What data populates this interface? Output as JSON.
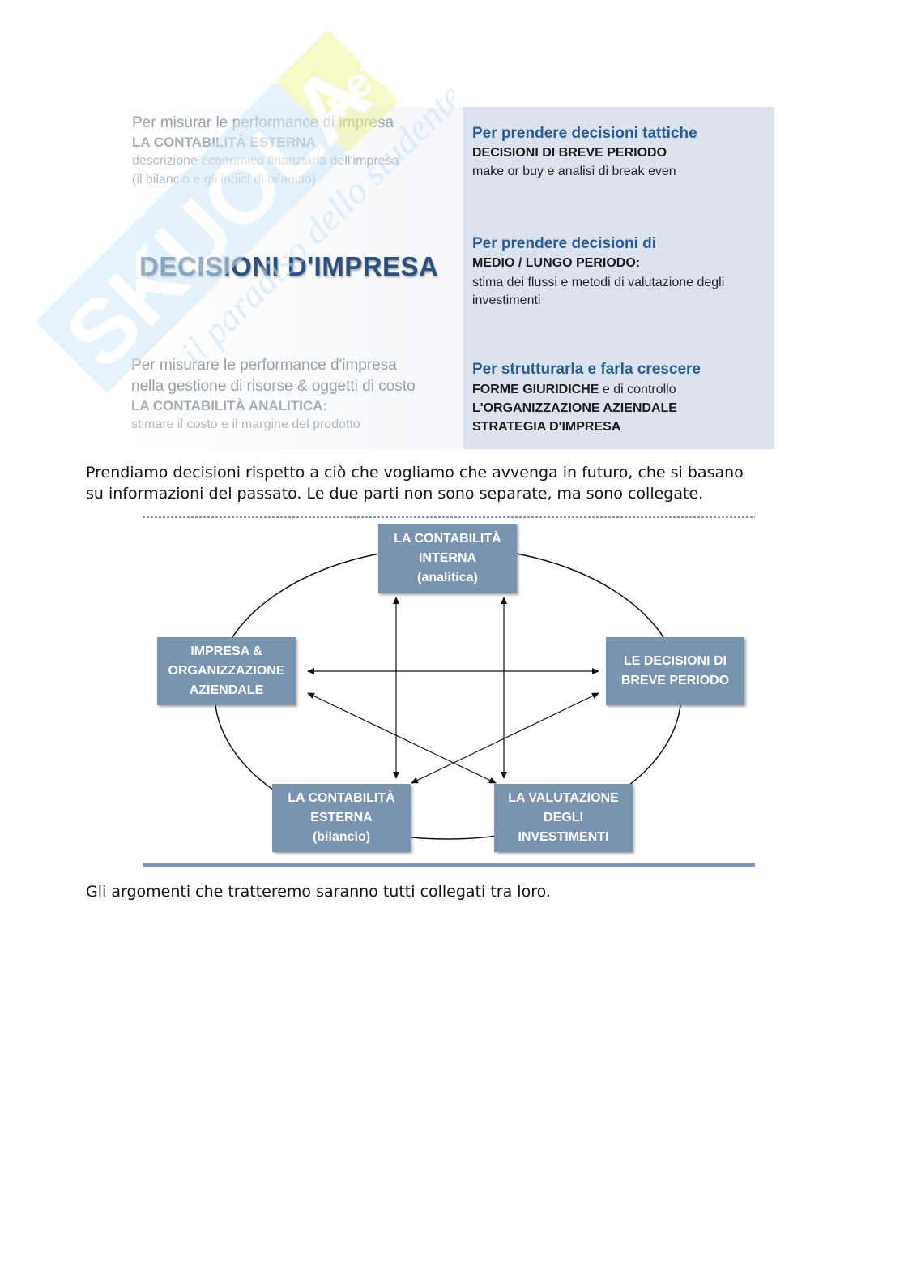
{
  "slide": {
    "top_left": {
      "heading": "Per misurar le performance di impresa",
      "subheading": "LA CONTABILITÀ ESTERNA",
      "line1": "descrizione economico finanziaria dell'impresa",
      "line2": "(il bilancio e gli indici di bilancio)"
    },
    "title": "DECISIONI D'IMPRESA",
    "bottom_left": {
      "line1": "Per misurare le performance d'impresa",
      "line2": "nella gestione di risorse & oggetti di costo",
      "subheading": "LA CONTABILITÀ ANALITICA:",
      "line3": "stimare il costo e il margine del prodotto"
    },
    "right_top": {
      "heading": "Per prendere decisioni tattiche",
      "subheading": "DECISIONI DI BREVE PERIODO",
      "text": "make or buy e analisi di break even"
    },
    "right_middle": {
      "heading": "Per prendere decisioni di",
      "subheading": "MEDIO / LUNGO PERIODO:",
      "line1": "stima dei flussi e metodi di valutazione degli",
      "line2": "investimenti"
    },
    "right_bottom": {
      "heading": "Per strutturarla e farla crescere",
      "bold1": "FORME GIURIDICHE",
      "normal1": " e di controllo",
      "bold2": "L'ORGANIZZAZIONE AZIENDALE",
      "bold3": "STRATEGIA D'IMPRESA"
    }
  },
  "watermark": {
    "brand": "SKUOLA.net",
    "tagline": "il paradiso dello studente"
  },
  "paragraph1": {
    "line1": "Prendiamo decisioni rispetto a ciò che vogliamo che avvenga in futuro, che si basano",
    "line2": "su informazioni del passato. Le due parti non sono separate, ma sono collegate."
  },
  "diagram": {
    "top": [
      "LA CONTABILITÀ",
      "INTERNA",
      "(analitica)"
    ],
    "left": [
      "IMPRESA &",
      "ORGANIZZAZIONE",
      "AZIENDALE"
    ],
    "right": [
      "LE DECISIONI DI",
      "BREVE PERIODO"
    ],
    "bottom_left": [
      "LA CONTABILITÀ",
      "ESTERNA",
      "(bilancio)"
    ],
    "bottom_right": [
      "LA VALUTAZIONE",
      "DEGLI",
      "INVESTIMENTI"
    ],
    "node_color": "#7a94b0"
  },
  "paragraph2": "Gli argomenti che tratteremo saranno tutti collegati tra loro."
}
